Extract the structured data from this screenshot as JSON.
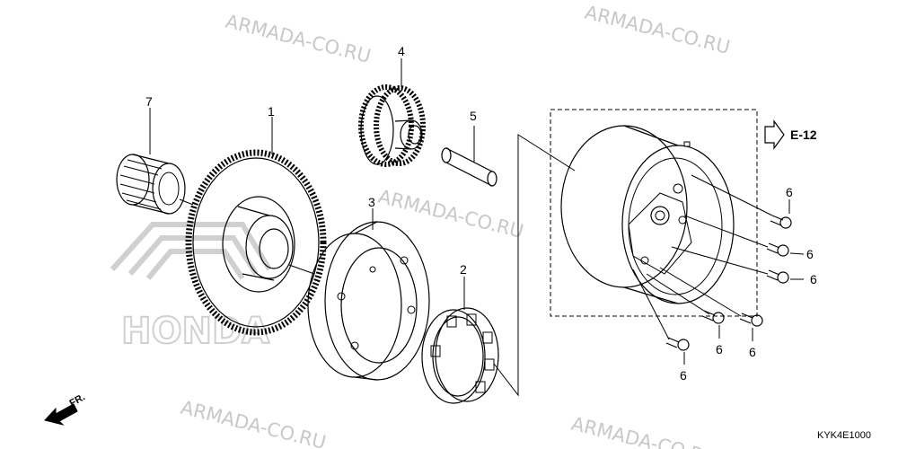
{
  "watermark": "ARMADA-CO.RU",
  "callouts": {
    "p1": "1",
    "p2": "2",
    "p3": "3",
    "p4": "4",
    "p5": "5",
    "p7": "7",
    "p6a": "6",
    "p6b": "6",
    "p6c": "6",
    "p6d": "6",
    "p6e": "6",
    "p6f": "6"
  },
  "ref_label": "E-12",
  "front_label": "FR.",
  "diagram_code": "KYK4E1000",
  "brand_watermark": "HONDA"
}
